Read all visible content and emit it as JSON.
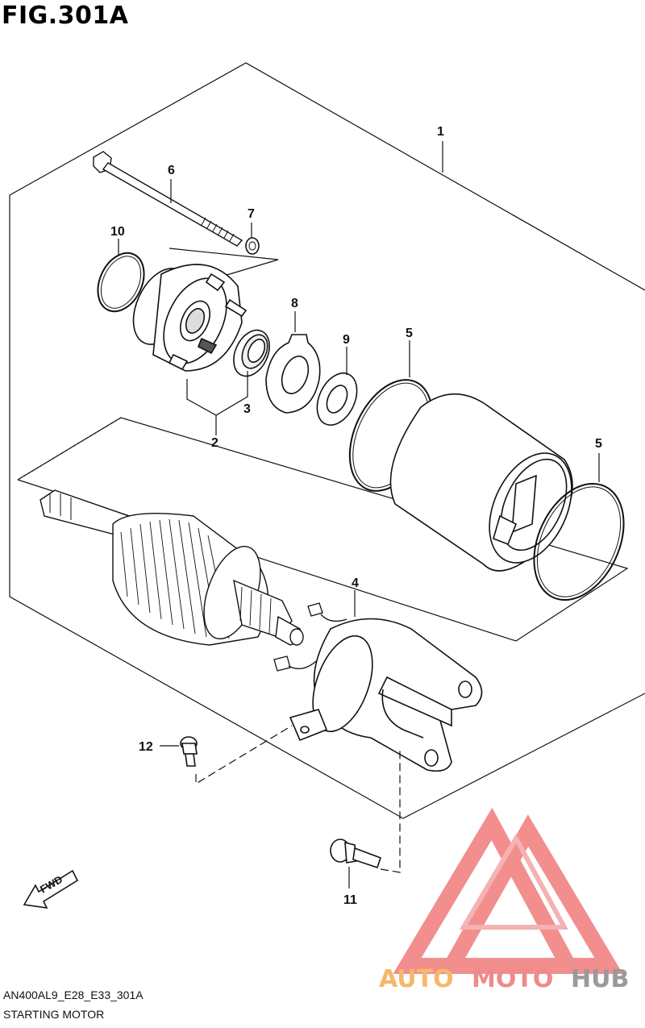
{
  "figure": {
    "title": "FIG.301A"
  },
  "footer": {
    "code": "AN400AL9_E28_E33_301A",
    "name": "STARTING MOTOR"
  },
  "callouts": [
    "1",
    "2",
    "3",
    "4",
    "5",
    "5",
    "6",
    "7",
    "8",
    "9",
    "10",
    "11",
    "12"
  ],
  "direction_marker": "FWD",
  "watermark": {
    "part_a": "AUTO",
    "part_b": "MOTO",
    "part_c": "HUB",
    "color_a": "#f5b96b",
    "color_b": "#f08a8a",
    "color_c": "#9a9a9a"
  },
  "colors": {
    "line": "#111111",
    "logo_red": "#ee7070"
  }
}
